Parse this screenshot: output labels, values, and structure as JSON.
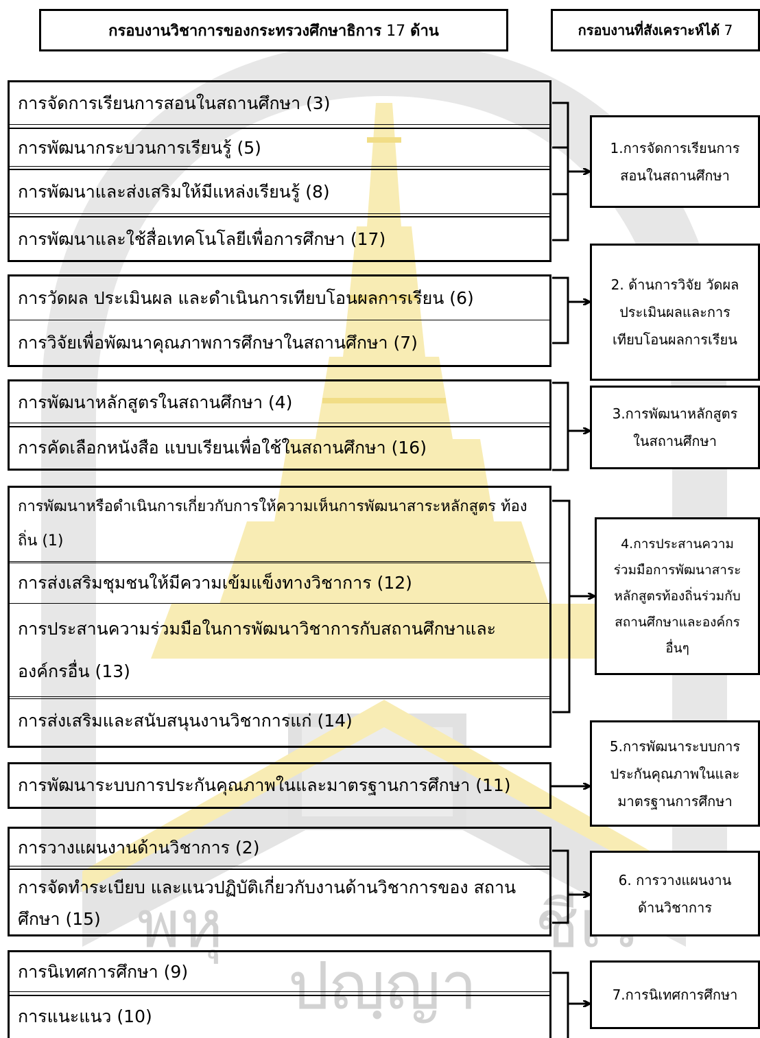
{
  "header": {
    "left_bold": "กรอบงานวิชาการของกระทรวงศึกษาธิการ",
    "left_num": "17",
    "left_suffix": "ด้าน",
    "right_bold": "กรอบงานที่สังเคราะห์ได้",
    "right_num": "7"
  },
  "groups": [
    {
      "items": [
        "การจัดการเรียนการสอนในสถานศึกษา (3)",
        "การพัฒนากระบวนการเรียนรู้ (5)",
        "การพัฒนาและส่งเสริมให้มีแหล่งเรียนรู้ (8)",
        "การพัฒนาและใช้สื่อเทคโนโลยีเพื่อการศึกษา (17)"
      ],
      "result_lines": [
        "1.การจัดการเรียนการ",
        "สอนในสถานศึกษา"
      ]
    },
    {
      "items": [
        "การวัดผล ประเมินผล และดำเนินการเทียบโอนผลการเรียน (6)",
        "การวิจัยเพื่อพัฒนาคุณภาพการศึกษาในสถานศึกษา (7)"
      ],
      "result_lines": [
        "2. ด้านการวิจัย วัดผล",
        "ประเมินผลและการ",
        "เทียบโอนผลการเรียน"
      ]
    },
    {
      "items": [
        "การพัฒนาหลักสูตรในสถานศึกษา (4)",
        "การคัดเลือกหนังสือ แบบเรียนเพื่อใช้ในสถานศึกษา (16)"
      ],
      "result_lines": [
        "3.การพัฒนาหลักสูตร",
        "ในสถานศึกษา"
      ]
    },
    {
      "items": [
        "การพัฒนาหรือดำเนินการเกี่ยวกับการให้ความเห็นการพัฒนาสาระหลักสูตร ท้องถิ่น  (1)",
        "การส่งเสริมชุมชนให้มีความเข้มแข็งทางวิชาการ (12)",
        "การประสานความร่วมมือในการพัฒนาวิชาการกับสถานศึกษาและ องค์กรอื่น (13)",
        "การส่งเสริมและสนับสนุนงานวิชาการแก่ (14)"
      ],
      "result_lines": [
        "4.การประสานความ",
        "ร่วมมือการพัฒนาสาระ",
        "หลักสูตรท้องถิ่นร่วมกับ",
        "สถานศึกษาและองค์กร",
        "อื่นๆ"
      ]
    },
    {
      "items": [
        "การพัฒนาระบบการประกันคุณภาพในและมาตรฐานการศึกษา (11)"
      ],
      "result_lines": [
        "5.การพัฒนาระบบการ",
        "ประกันคุณภาพในและ",
        "มาตรฐานการศึกษา"
      ]
    },
    {
      "items": [
        "การวางแผนงานด้านวิชาการ (2)",
        "การจัดทำระเบียบ และแนวปฏิบัติเกี่ยวกับงานด้านวิชาการของ สถานศึกษา (15)"
      ],
      "result_lines": [
        "6. การวางแผนงาน",
        "ด้านวิชาการ"
      ]
    },
    {
      "items": [
        "การนิเทศการศึกษา (9)",
        "การแนะแนว (10)"
      ],
      "result_lines": [
        "7.การนิเทศการศึกษา"
      ]
    }
  ],
  "watermark_text": "พหุ ปญฺญา ธรรม โต ชีเว",
  "colors": {
    "watermark_gold": "#f7e9a8",
    "watermark_grey": "#d9d9d9",
    "line": "#000000"
  }
}
